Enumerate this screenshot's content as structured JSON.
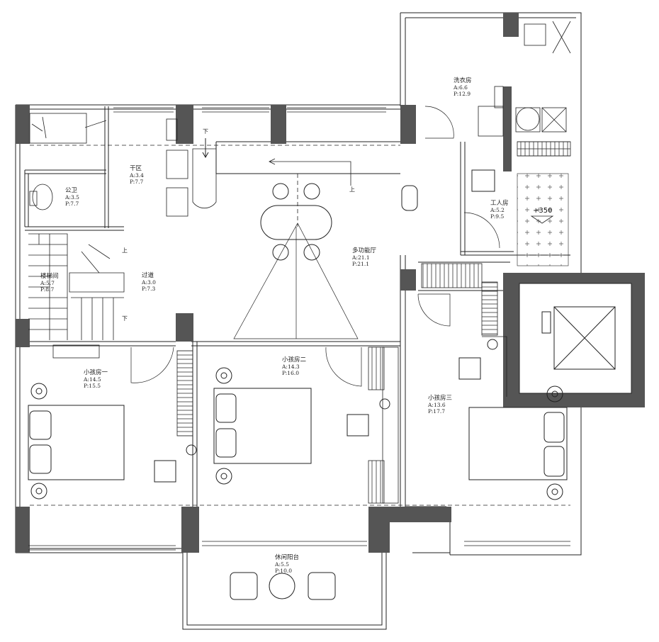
{
  "rooms": {
    "laundry": {
      "name": "洗衣房",
      "a": "A:6.6",
      "p": "P:12.9"
    },
    "dry_zone": {
      "name": "干区",
      "a": "A:3.4",
      "p": "P:7.7"
    },
    "public_bath": {
      "name": "公卫",
      "a": "A:3.5",
      "p": "P:7.7"
    },
    "staircase": {
      "name": "楼梯间",
      "a": "A:5.7",
      "p": "P:8.7"
    },
    "corridor": {
      "name": "过道",
      "a": "A:3.0",
      "p": "P:7.3"
    },
    "multi_hall": {
      "name": "多功能厅",
      "a": "A:21.1",
      "p": "P:21.1"
    },
    "work_room": {
      "name": "工人房",
      "a": "A:5.2",
      "p": "P:9.5"
    },
    "kids_room_1": {
      "name": "小孩房一",
      "a": "A:14.5",
      "p": "P:15.5"
    },
    "kids_room_2": {
      "name": "小孩房二",
      "a": "A:14.3",
      "p": "P:16.0"
    },
    "kids_room_3": {
      "name": "小孩房三",
      "a": "A:13.6",
      "p": "P:17.7"
    },
    "balcony": {
      "name": "休闲阳台",
      "a": "A:5.5",
      "p": "P:10.0"
    }
  },
  "marks": {
    "down_1": "下",
    "up_1": "上",
    "up_2": "上",
    "down_2": "下"
  },
  "level": "+350",
  "colors": {
    "wall": "#555555",
    "line": "#222222",
    "bg": "#ffffff"
  }
}
